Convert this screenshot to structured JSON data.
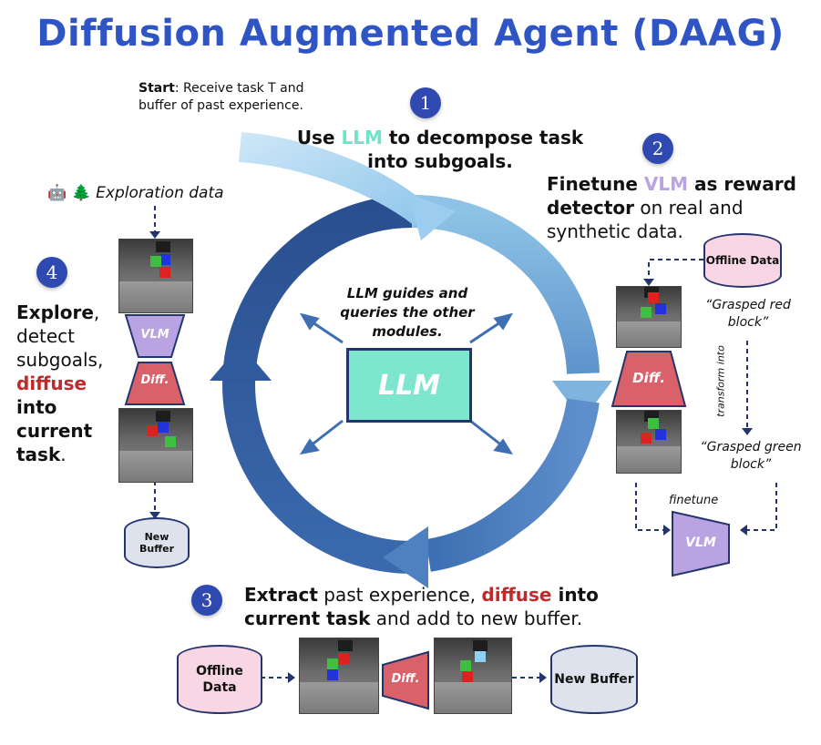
{
  "title": "Diffusion Augmented Agent (DAAG)",
  "start": {
    "label": "Start",
    "text": ": Receive task T and buffer of past experience."
  },
  "step1": {
    "num": "1",
    "pre": "Use ",
    "llm": "LLM",
    "post": " to decompose task into subgoals."
  },
  "step2": {
    "num": "2",
    "pre": "Finetune ",
    "vlm": "VLM",
    "mid": " as reward detector",
    "post": " on real and synthetic data."
  },
  "step3": {
    "num": "3",
    "extract": "Extract",
    "t1": " past experience, ",
    "diffuse": "diffuse",
    "t2": " into current task",
    "t3": " and add to new buffer."
  },
  "step4": {
    "num": "4",
    "explore": "Explore",
    "t1": ", detect subgoals, ",
    "diffuse": "diffuse",
    "t2": " into current task",
    "t3": "."
  },
  "center": {
    "caption": "LLM guides and queries the other modules.",
    "box": "LLM"
  },
  "exploration": {
    "icons": "🤖 🌲",
    "label": "Exploration data"
  },
  "left_pipeline": {
    "vlm": "VLM",
    "diff": "Diff.",
    "buffer": "New Buffer"
  },
  "right_pipeline": {
    "offline": "Offline Data",
    "grasped_red": "“Grasped red block”",
    "transform": "transform into",
    "grasped_green": "“Grasped green block”",
    "finetune": "finetune",
    "diff": "Diff.",
    "vlm": "VLM"
  },
  "bottom_pipeline": {
    "offline": "Offline Data",
    "diff": "Diff.",
    "buffer": "New Buffer"
  },
  "colors": {
    "title": "#2f55c4",
    "badge": "#2f49b0",
    "llm_box": "#7ee6cf",
    "vlm_box": "#b9a3e2",
    "diff_box": "#d9616a",
    "arrow": "#24356e"
  }
}
